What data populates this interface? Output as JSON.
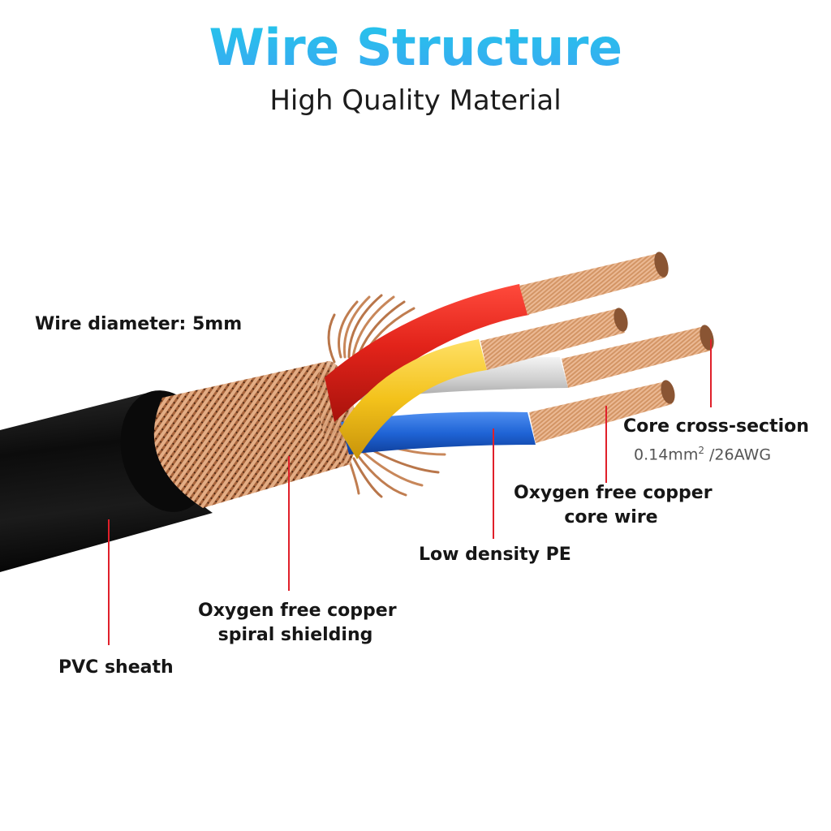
{
  "header": {
    "title": "Wire Structure",
    "subtitle": "High Quality Material"
  },
  "annotations": {
    "wire_diameter": "Wire diameter: 5mm",
    "core_cross_section": {
      "title": "Core cross-section",
      "spec_value": "0.14mm",
      "spec_superscript": "2",
      "spec_suffix": " /26AWG"
    },
    "core_wire": {
      "line1": "Oxygen free copper",
      "line2": "core wire"
    },
    "insulation": "Low density PE",
    "shielding": {
      "line1": "Oxygen free copper",
      "line2": "spiral shielding"
    },
    "sheath": "PVC sheath"
  },
  "colors": {
    "title_gradient_top": "#23c6ea",
    "title_gradient_bottom": "#3aa8f2",
    "leader_line": "#e0202a",
    "sheath": "#111111",
    "copper": "#d99a6c",
    "red_core": "#e2231a",
    "yellow_core": "#f3c21b",
    "white_core": "#d9d9d9",
    "blue_core": "#1f64d6"
  },
  "cable_components": [
    {
      "name": "PVC sheath",
      "color": "#111111"
    },
    {
      "name": "Copper spiral shielding",
      "color": "#c98a5c"
    },
    {
      "name": "Red core",
      "color": "#e2231a"
    },
    {
      "name": "Yellow core",
      "color": "#f3c21b"
    },
    {
      "name": "White core",
      "color": "#d9d9d9"
    },
    {
      "name": "Blue core",
      "color": "#1f64d6"
    }
  ]
}
